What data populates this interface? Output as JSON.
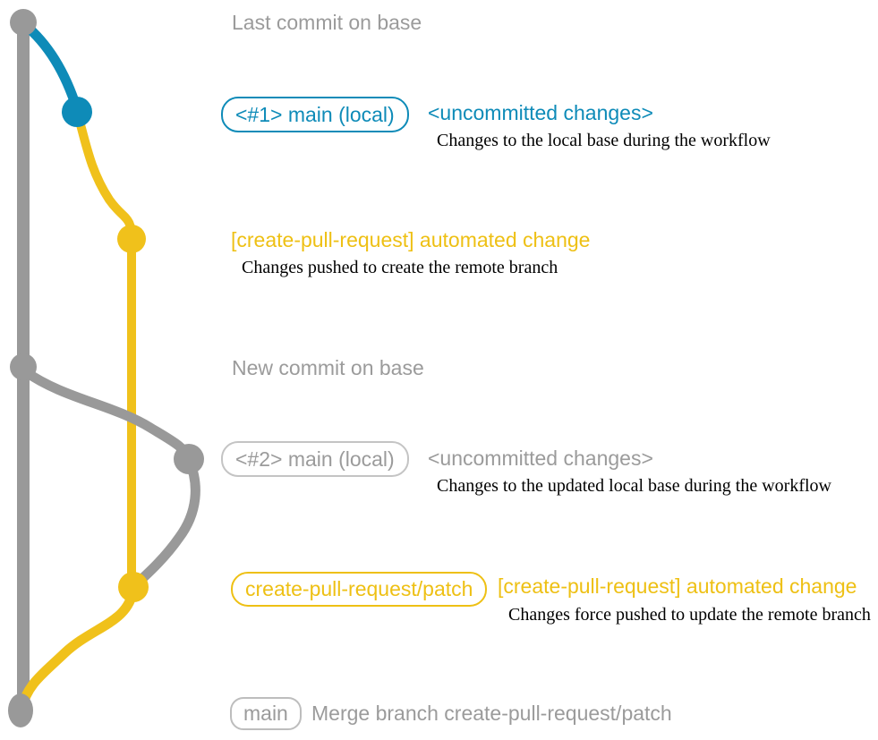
{
  "colors": {
    "base_gray": "#999999",
    "local_blue": "#0E8BB8",
    "remote_yellow": "#F0C11B"
  },
  "graph": {
    "branches": [
      {
        "name": "base",
        "color": "#999999"
      },
      {
        "name": "main (local)",
        "color": "#0E8BB8"
      },
      {
        "name": "create-pull-request/patch",
        "color": "#F0C11B"
      }
    ],
    "commits": [
      {
        "id": "last-commit-on-base",
        "branch": "base"
      },
      {
        "id": "uncommitted-changes-1",
        "branch": "main (local)"
      },
      {
        "id": "automated-change-1",
        "branch": "create-pull-request/patch"
      },
      {
        "id": "new-commit-on-base",
        "branch": "base"
      },
      {
        "id": "uncommitted-changes-2",
        "branch": "main (local)"
      },
      {
        "id": "automated-change-2",
        "branch": "create-pull-request/patch"
      },
      {
        "id": "merge-commit",
        "branch": "base"
      }
    ]
  },
  "labels": {
    "last_commit": "Last commit on base",
    "new_commit": "New commit on base",
    "merge_message": "Merge branch create-pull-request/patch"
  },
  "badges": {
    "main_local_1": "<#1> main (local)",
    "main_local_2": "<#2> main (local)",
    "patch_branch": "create-pull-request/patch",
    "main": "main"
  },
  "annotations": {
    "uncommitted_1": {
      "title": "<uncommitted changes>",
      "description": "Changes to the local base during the workflow"
    },
    "automated_1": {
      "title": "[create-pull-request] automated change",
      "description": "Changes pushed to create the remote branch"
    },
    "uncommitted_2": {
      "title": "<uncommitted changes>",
      "description": "Changes to the updated local base during the workflow"
    },
    "automated_2": {
      "title": "[create-pull-request] automated change",
      "description": "Changes force pushed to update the remote branch"
    }
  }
}
